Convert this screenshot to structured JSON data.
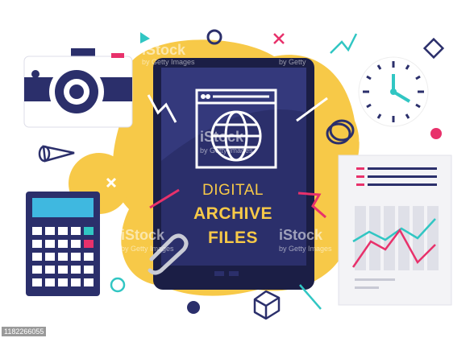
{
  "headline": {
    "line1": "DIGITAL",
    "line2": "ARCHIVE",
    "line3": "FILES"
  },
  "watermark": {
    "brand": "iStock",
    "credit": "by Getty Images",
    "credit_short": "by Getty"
  },
  "stock_id": "1182266055",
  "colors": {
    "navy": "#2b2f6b",
    "yellow": "#f7c948",
    "pink": "#e8316b",
    "teal": "#31c6c3",
    "white": "#ffffff"
  },
  "icons": [
    "camera-icon",
    "clock-icon",
    "calculator-icon",
    "tablet-icon",
    "globe-browser-icon",
    "chart-document-icon",
    "paperclip-icon",
    "coin-icon",
    "cone-icon",
    "cube-icon"
  ]
}
